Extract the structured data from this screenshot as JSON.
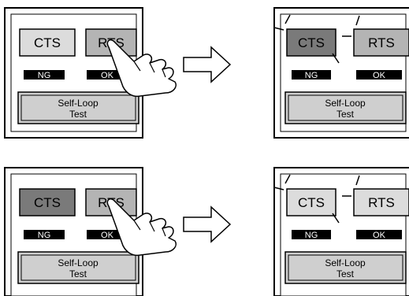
{
  "steps": [
    {
      "before": {
        "cts": "CTS",
        "rts": "RTS",
        "ng": "NG",
        "ok": "OK",
        "loop_line1": "Self-Loop",
        "loop_line2": "Test",
        "cts_state": "normal",
        "rts_state": "pressed"
      },
      "after": {
        "cts": "CTS",
        "rts": "RTS",
        "ng": "NG",
        "ok": "OK",
        "loop_line1": "Self-Loop",
        "loop_line2": "Test",
        "cts_state": "dark",
        "rts_state": "pressed"
      }
    },
    {
      "before": {
        "cts": "CTS",
        "rts": "RTS",
        "ng": "NG",
        "ok": "OK",
        "loop_line1": "Self-Loop",
        "loop_line2": "Test",
        "cts_state": "dark",
        "rts_state": "pressed"
      },
      "after": {
        "cts": "CTS",
        "rts": "RTS",
        "ng": "NG",
        "ok": "OK",
        "loop_line1": "Self-Loop",
        "loop_line2": "Test",
        "cts_state": "normal",
        "rts_state": "normal"
      }
    }
  ],
  "colors": {
    "frame": "#000000",
    "panel_bg": "#ffffff",
    "button_normal": "#dcdcdc",
    "button_pressed": "#b4b4b4",
    "button_dark": "#7a7a7a",
    "indicator": "#000000"
  },
  "icons": [
    "hand-pointer-icon",
    "arrow-right-icon",
    "flash-rays-icon"
  ]
}
